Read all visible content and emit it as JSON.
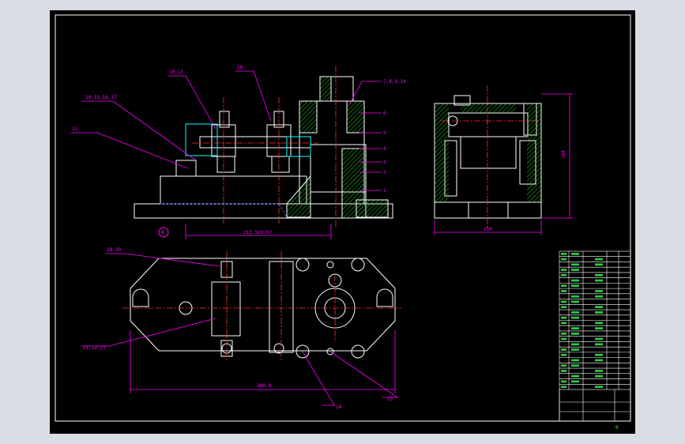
{
  "colors": {
    "background": "#000000",
    "frame": "#ffffff",
    "leader": "#ff00ff",
    "hatch": "#22cc22",
    "center_line": "#ff3030",
    "hidden_line": "#3050ff",
    "cyan_part": "#00ffff",
    "outer": "#d9dde3"
  },
  "front_view": {
    "callouts": [
      "14,15,16,17",
      "10,13",
      "18",
      "7,8,9,10",
      "11",
      "6",
      "5",
      "4",
      "3",
      "2",
      "1"
    ],
    "datum": "A",
    "dim_length": "213.5±0.07"
  },
  "side_view": {
    "dim_height": "160",
    "dim_width": "150"
  },
  "top_view": {
    "callouts": [
      "19,20",
      "21,22,23",
      "24",
      "25"
    ],
    "dim_length": "380.0"
  },
  "title_block": {
    "rows": 26,
    "label": "9"
  }
}
